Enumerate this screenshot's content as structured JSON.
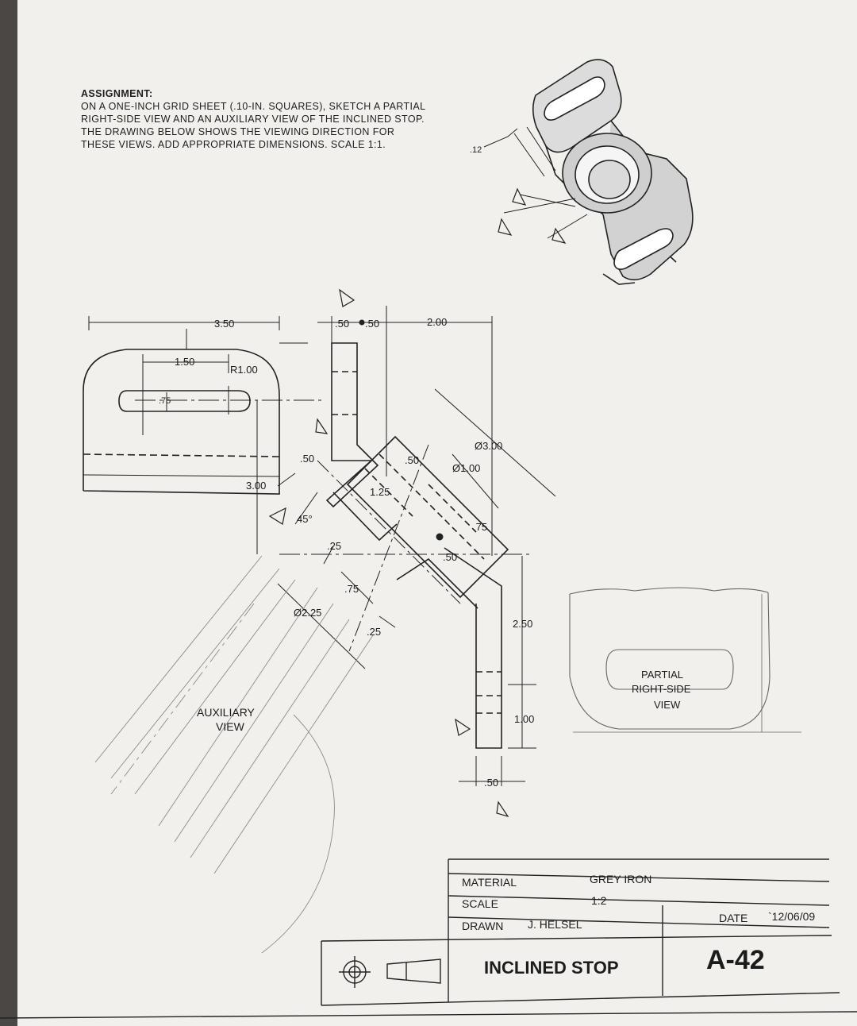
{
  "assignment": {
    "heading": "ASSIGNMENT:",
    "lines": [
      "ON A ONE-INCH GRID SHEET (.10-IN. SQUARES), SKETCH A PARTIAL",
      "RIGHT-SIDE VIEW AND AN AUXILIARY VIEW OF THE INCLINED STOP.",
      "THE DRAWING BELOW SHOWS THE VIEWING DIRECTION FOR",
      "THESE VIEWS. ADD APPROPRIATE DIMENSIONS. SCALE 1:1."
    ]
  },
  "iso_dim": ".12",
  "dims": {
    "d350": "3.50",
    "d150": "1.50",
    "r100": "R1.00",
    "d75a": ".75",
    "d300": "3.00",
    "d50a": ".50",
    "d50b": ".50",
    "d50c": ".50",
    "d200": "2.00",
    "dia300": "Ø3.00",
    "dia100": "Ø1.00",
    "d50d": ".50",
    "d125": "1.25",
    "d75b": ".75",
    "d50e": ".50",
    "d45": "45°",
    "d25a": ".25",
    "d75c": ".75",
    "dia225": "Ø2.25",
    "d25b": ".25",
    "d250": "2.50",
    "d100": "1.00",
    "d50f": ".50"
  },
  "labels": {
    "aux_line1": "AUXILIARY",
    "aux_line2": "VIEW",
    "side_line1": "PARTIAL",
    "side_line2": "RIGHT-SIDE",
    "side_line3": "VIEW"
  },
  "title_block": {
    "material_label": "MATERIAL",
    "material_value": "GREY IRON",
    "scale_label": "SCALE",
    "scale_value": "1:2",
    "drawn_label": "DRAWN",
    "drawn_value": "J. HELSEL",
    "date_label": "DATE",
    "date_value": "`12/06/09",
    "title": "INCLINED STOP",
    "drawing_number": "A-42"
  }
}
